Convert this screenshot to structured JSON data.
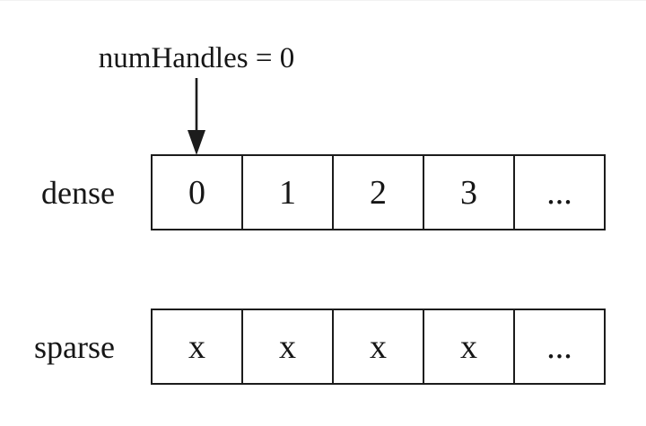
{
  "pointer": {
    "label": "numHandles = 0",
    "icon": "down-arrow-icon"
  },
  "dense": {
    "label": "dense",
    "cells": [
      "0",
      "1",
      "2",
      "3",
      "..."
    ]
  },
  "sparse": {
    "label": "sparse",
    "cells": [
      "x",
      "x",
      "x",
      "x",
      "..."
    ]
  },
  "colors": {
    "background": "#ffffff",
    "stroke": "#1c1c1c",
    "text": "#161616"
  }
}
